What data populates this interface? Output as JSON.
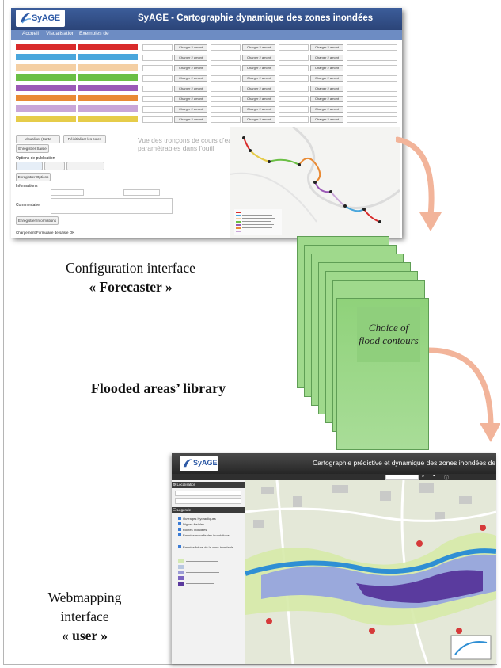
{
  "captions": {
    "forecaster_line1": "Configuration interface",
    "forecaster_line2": "« Forecaster »",
    "library": "Flooded areas’ library",
    "choice": "Choice of flood contours",
    "user_line1": "Webmapping",
    "user_line2": "interface",
    "user_line3": "« user »"
  },
  "forecaster_app": {
    "logo": "SyAGE",
    "title": "SyAGE - Cartographie dynamique des zones inondées",
    "nav": [
      "Accueil",
      "Visualisation",
      "Exemples de"
    ],
    "ghost_text": "Vue des tronçons de cours d'eau paramétrables dans l'outil",
    "row_button": "Charger 2 amont",
    "rows": [
      {
        "color": "#d92b2b"
      },
      {
        "color": "#49a6dc"
      },
      {
        "color": "#f4cfa3"
      },
      {
        "color": "#6bbf45"
      },
      {
        "color": "#9b59b6"
      },
      {
        "color": "#e98a34"
      },
      {
        "color": "#c9a6d8"
      },
      {
        "color": "#e6cc4a"
      }
    ],
    "buttons": {
      "visualiser": "Visualiser (Carte Tronçons)",
      "reinitialiser": "Réinitialiser les cotes",
      "enregistrer_saisie": "Enregistrer Saisie",
      "enregistrer_options": "Enregistrer Options",
      "enregistrer_infos": "Enregistrer Informations"
    },
    "labels": {
      "options": "Options de publication",
      "informations": "Informations",
      "commentaire": "Commentaire",
      "footer": "Chargement Formulaire de saisie OK"
    }
  },
  "user_app": {
    "logo": "SyAGE",
    "title": "Cartographie prédictive et dynamique des zones inondées de l'Yerres",
    "sidebar": {
      "localisation": "Localisation",
      "legende": "Légende",
      "items": [
        "Ouvrages Hydrauliques",
        "Digues fusibles",
        "Routes Inondées",
        "Emprise actuelle des inondations",
        "Emprise future de la zone inondable"
      ]
    }
  }
}
